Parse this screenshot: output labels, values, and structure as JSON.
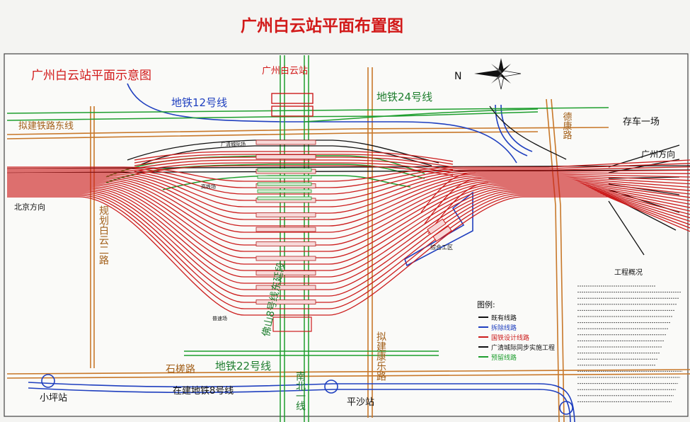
{
  "title": "广州白云站平面布置图",
  "subtitle": "广州白云站平面示意图",
  "station_name": "广州白云站",
  "north_label": "N",
  "metro": {
    "line12": "地铁12号线",
    "line24": "地铁24号线",
    "line22": "地铁22号线",
    "line8_ext": "佛山8号线东延段",
    "line8": "在建地铁8号线",
    "nanbei1": "南北一线"
  },
  "roads": {
    "rail_east": "拟建铁路东线",
    "baiyun2": "规划白云二路",
    "shiqiao": "石槎路",
    "kangle": "拟建康乐路",
    "dekang": "德康路"
  },
  "directions": {
    "beijing": "北京方向",
    "guangzhou": "广州方向"
  },
  "places": {
    "cunche": "存车一场",
    "xiaoping": "小坪站",
    "pingsha": "平沙站",
    "zonghe": "综合工区",
    "guangqing_yard": "广清城际场",
    "gaotie": "高铁场",
    "putie": "普速场"
  },
  "legend": {
    "title": "图例:",
    "items": [
      {
        "label": "既有线路",
        "color": "#111111"
      },
      {
        "label": "拆除线路",
        "color": "#1f3fbf"
      },
      {
        "label": "国铁设计线路",
        "color": "#cc1c1c"
      },
      {
        "label": "广清城际同步实施工程",
        "color": "#111111"
      },
      {
        "label": "预留线路",
        "color": "#1e9e2e"
      }
    ]
  },
  "overview": {
    "title": "工程概况"
  },
  "colors": {
    "red": "#cc1c1c",
    "green": "#1e9e2e",
    "blue": "#1f3fbf",
    "orange": "#c8782a",
    "black": "#111111",
    "title": "#d21a1a"
  }
}
